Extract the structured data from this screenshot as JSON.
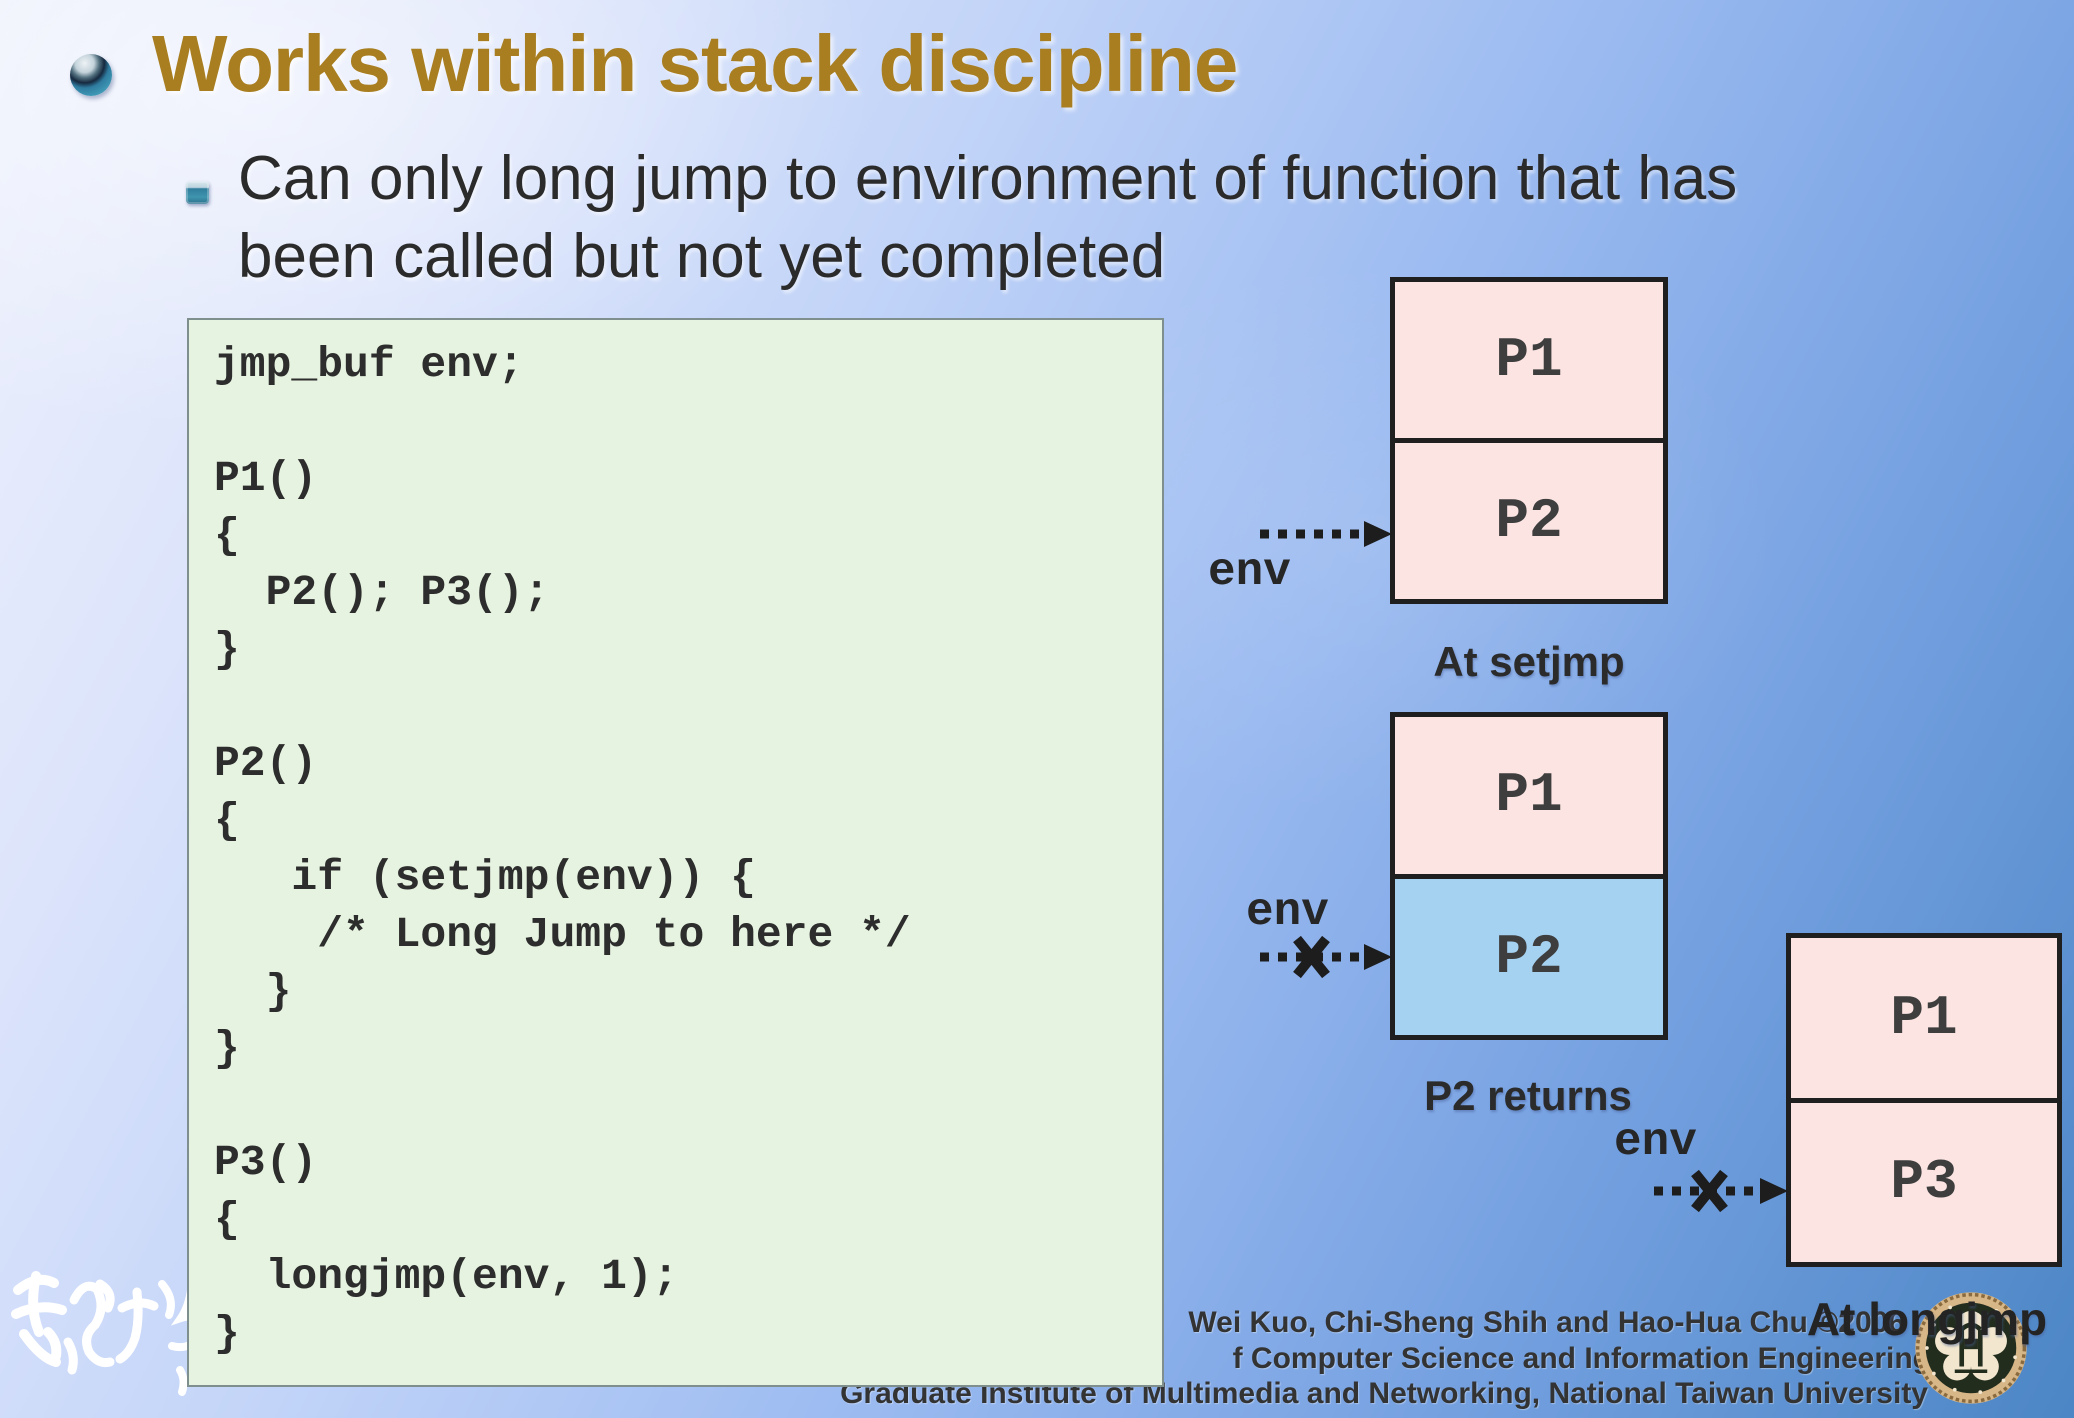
{
  "slide": {
    "title": "Works within stack discipline",
    "bullet_line1": "Can only long jump to environment of function that has",
    "bullet_line2": "been called but not yet completed"
  },
  "code": {
    "text": "jmp_buf env;\n\nP1()\n{\n  P2(); P3();\n}\n\nP2()\n{\n   if (setjmp(env)) {\n    /* Long Jump to here */\n  }\n}\n\nP3()\n{\n  longjmp(env, 1);\n}"
  },
  "diagrams": [
    {
      "caption": "At setjmp",
      "env_label": "env",
      "top_frame": "P1",
      "bottom_frame": "P2",
      "top_fill": "#FBE4E2",
      "bottom_fill": "#FBE4E2",
      "env_crossed": false
    },
    {
      "caption": "P2 returns",
      "env_label": "env",
      "top_frame": "P1",
      "bottom_frame": "P2",
      "top_fill": "#FBE4E2",
      "bottom_fill": "#A6D2F2",
      "env_crossed": true
    },
    {
      "caption": "At longjmp",
      "env_label": "env",
      "top_frame": "P1",
      "bottom_frame": "P3",
      "top_fill": "#FBE4E2",
      "bottom_fill": "#FBE4E2",
      "env_crossed": true
    }
  ],
  "footer": {
    "line1": "Wei Kuo, Chi-Sheng Shih and Hao-Hua Chu ©2006",
    "line2": "f Computer Science and Information Engineering",
    "line3": "Graduate Institute of Multimedia and Networking, National Taiwan University"
  },
  "colors": {
    "title": "#A87E20",
    "body_text": "#2b2b2b",
    "code_bg": "#E6F3E0",
    "frame_pink": "#FBE4E2",
    "frame_blue": "#A6D2F2",
    "frame_border": "#1f1f1f",
    "background_top_left": "#EEF1FC",
    "background_bottom_right": "#4C86C5"
  }
}
